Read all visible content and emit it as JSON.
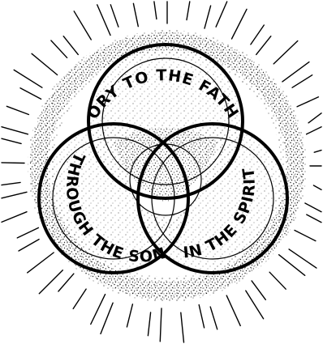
{
  "illustration": {
    "top_phrase": "GLORY TO THE FATHER",
    "left_phrase": "THROUGH THE SON",
    "right_phrase": "IN THE SPIRIT",
    "ink_color": "#000000",
    "background_color": "#ffffff"
  }
}
